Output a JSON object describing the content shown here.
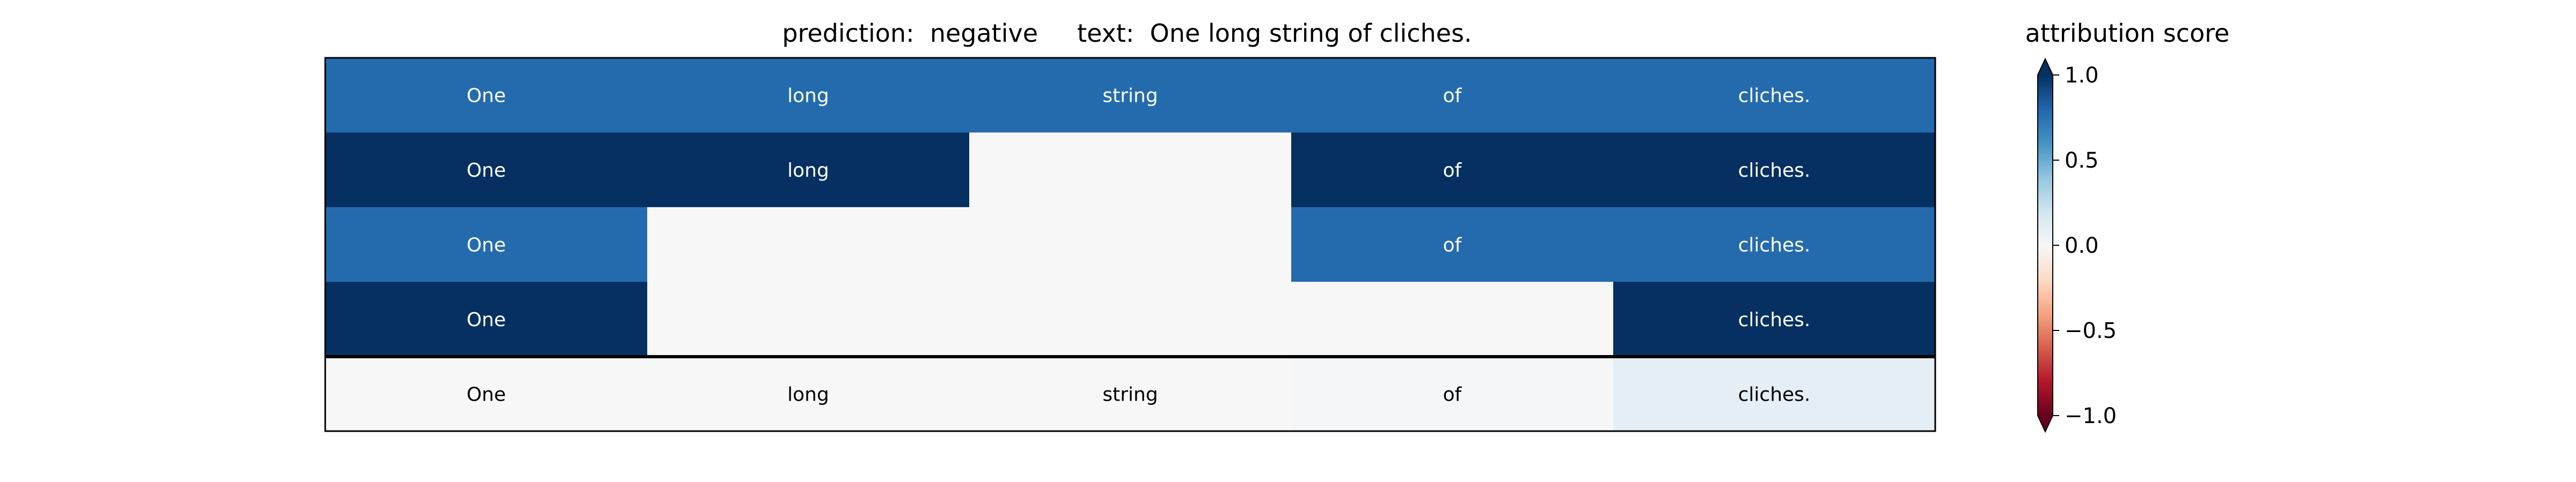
{
  "chart_data": {
    "type": "heatmap",
    "title": "prediction:  negative     text:  One long string of cliches.",
    "colorbar_title": "attribution score",
    "colorbar_ticks": [
      {
        "value": 1.0,
        "label": "1.0"
      },
      {
        "value": 0.5,
        "label": "0.5"
      },
      {
        "value": 0.0,
        "label": "0.0"
      },
      {
        "value": -0.5,
        "label": "−0.5"
      },
      {
        "value": -1.0,
        "label": "−1.0"
      }
    ],
    "colorbar_range": [
      -1.0,
      1.0
    ],
    "colormap": "RdBu",
    "tokens": [
      "One",
      "long",
      "string",
      "of",
      "cliches."
    ],
    "rows": [
      {
        "values": [
          0.78,
          0.78,
          0.78,
          0.78,
          0.78
        ],
        "labels": [
          "One",
          "long",
          "string",
          "of",
          "cliches."
        ]
      },
      {
        "values": [
          1.0,
          1.0,
          0.0,
          1.0,
          1.0
        ],
        "labels": [
          "One",
          "long",
          "",
          "of",
          "cliches."
        ]
      },
      {
        "values": [
          0.78,
          0.0,
          0.0,
          0.78,
          0.78
        ],
        "labels": [
          "One",
          "",
          "",
          "of",
          "cliches."
        ]
      },
      {
        "values": [
          1.0,
          0.0,
          0.0,
          0.0,
          1.0
        ],
        "labels": [
          "One",
          "",
          "",
          "",
          "cliches."
        ]
      },
      {
        "values": [
          0.0,
          0.0,
          0.0,
          0.01,
          0.1
        ],
        "labels": [
          "One",
          "long",
          "string",
          "of",
          "cliches."
        ]
      }
    ],
    "separator_before_row": 4
  }
}
